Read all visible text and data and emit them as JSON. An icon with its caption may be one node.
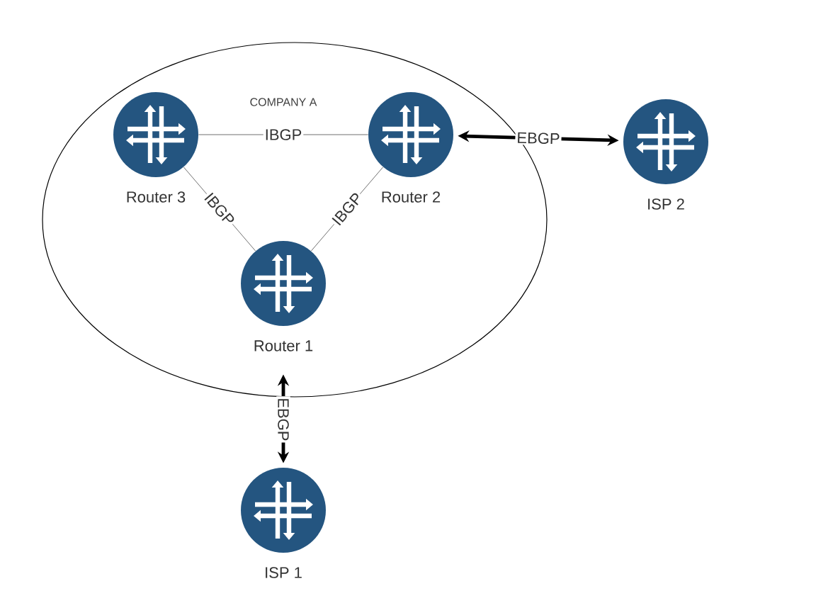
{
  "diagram": {
    "nodes": [
      {
        "text": [
          "COMPANY A"
        ]
      },
      {
        "text": [
          "Router 3"
        ],
        "in": 0
      },
      {
        "text": [
          "Router 2"
        ],
        "in": 0
      },
      {
        "text": [
          "Router 1"
        ],
        "in": 0
      },
      {
        "text": [
          "ISP 2"
        ]
      },
      {
        "text": [
          "ISP 1"
        ]
      }
    ],
    "edges": [
      {
        "from": 1,
        "to": 2,
        "arrow": "none",
        "label": "IBGP"
      },
      {
        "from": 1,
        "to": 3,
        "arrow": "none",
        "label": "IBGP"
      },
      {
        "from": 2,
        "to": 3,
        "arrow": "none",
        "label": "IBGP"
      },
      {
        "from": 2,
        "to": 4,
        "arrow": "both",
        "label": "EBGP",
        "style": "thick"
      },
      {
        "from": 3,
        "to": 5,
        "arrow": "both",
        "label": "EBGP",
        "style": "thick"
      }
    ]
  }
}
